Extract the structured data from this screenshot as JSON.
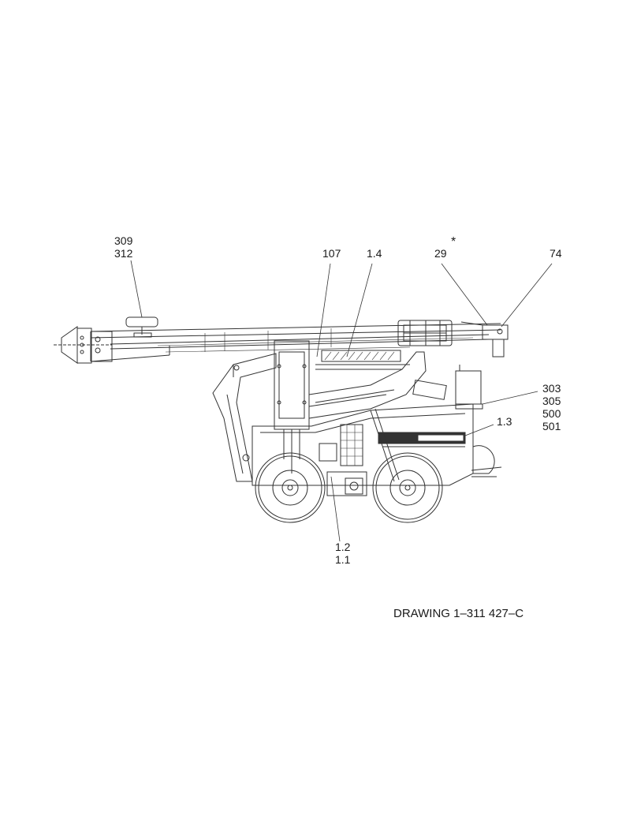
{
  "drawing": {
    "caption": "DRAWING 1–311 427–C",
    "callouts": {
      "c309": "309",
      "c312": "312",
      "c107": "107",
      "c14": "1.4",
      "c29": "29",
      "star": "*",
      "c74": "74",
      "c303": "303",
      "c305": "305",
      "c500": "500",
      "c501": "501",
      "c13": "1.3",
      "c12": "1.2",
      "c11": "1.1"
    }
  },
  "colors": {
    "line": "#333333",
    "hatch": "#555555"
  }
}
